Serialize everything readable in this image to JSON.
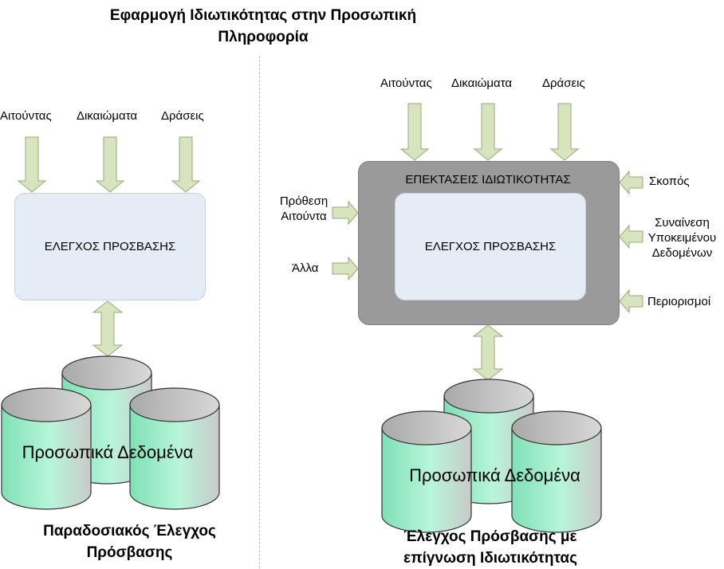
{
  "title_line1": "Εφαρμογή Ιδιωτικότητας στην Προσωπική",
  "title_line2": "Πληροφορία",
  "left": {
    "inputs": [
      "Αιτούντας",
      "Δικαιώματα",
      "Δράσεις"
    ],
    "box_label": "ΕΛΕΓΧΟΣ ΠΡΟΣΒΑΣΗΣ",
    "db_label": "Προσωπικά Δεδομένα",
    "caption_line1": "Παραδοσιακός Έλεγχος",
    "caption_line2": "Πρόσβασης"
  },
  "right": {
    "inputs": [
      "Αιτούντας",
      "Δικαιώματα",
      "Δράσεις"
    ],
    "outer_label": "ΕΠΕΚΤΑΣΕΙΣ ΙΔΙΩΤΙΚΟΤΗΤΑΣ",
    "inner_label": "ΕΛΕΓΧΟΣ ΠΡΟΣΒΑΣΗΣ",
    "left_inputs": {
      "intent_line1": "Πρόθεση",
      "intent_line2": "Αιτούντα",
      "other": "Άλλα"
    },
    "right_inputs": {
      "purpose": "Σκοπός",
      "consent_line1": "Συναίνεση",
      "consent_line2": "Υποκειμένου",
      "consent_line3": "Δεδομένων",
      "constraints": "Περιορισμοί"
    },
    "db_label": "Προσωπικά Δεδομένα",
    "caption_line1": "Έλεγχος Πρόσβασης με",
    "caption_line2": "επίγνωση Ιδιωτικότητας"
  },
  "colors": {
    "arrow_fill": "#d7e4bd",
    "arrow_stroke": "#9aa77c",
    "db_green": "#aef0d2",
    "db_gray": "#c9c9c9",
    "box_light": "#e6ecf6",
    "box_dark": "#9a9a9a"
  }
}
